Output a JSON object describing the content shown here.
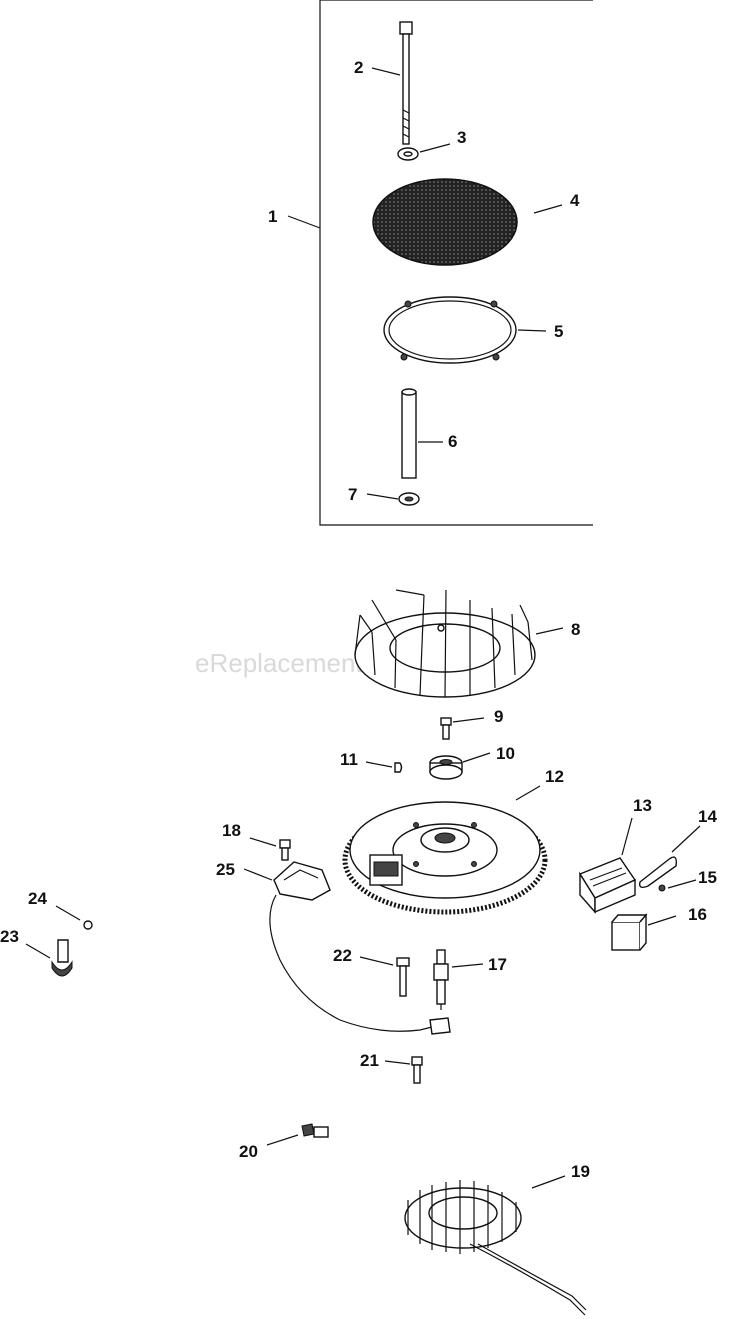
{
  "watermark": "eReplacementParts.com",
  "callouts": {
    "c1": "1",
    "c2": "2",
    "c3": "3",
    "c4": "4",
    "c5": "5",
    "c6": "6",
    "c7": "7",
    "c8": "8",
    "c9": "9",
    "c10": "10",
    "c11": "11",
    "c12": "12",
    "c13": "13",
    "c14": "14",
    "c15": "15",
    "c16": "16",
    "c17": "17",
    "c18": "18",
    "c19": "19",
    "c20": "20",
    "c21": "21",
    "c22": "22",
    "c23": "23",
    "c24": "24",
    "c25": "25"
  },
  "colors": {
    "line": "#111111",
    "watermark": "#d9d9d9",
    "screen_fill": "#333333"
  }
}
